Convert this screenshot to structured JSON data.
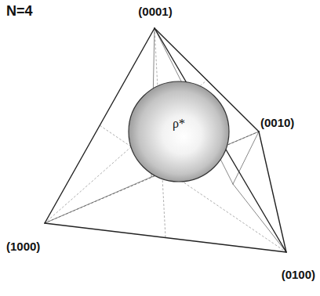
{
  "diagram": {
    "nodes": [
      {
        "text": [
          "ρ*"
        ]
      }
    ],
    "labels": [
      "N=4",
      "(0001)",
      "(0010)",
      "(1000)",
      "(0100)"
    ]
  }
}
